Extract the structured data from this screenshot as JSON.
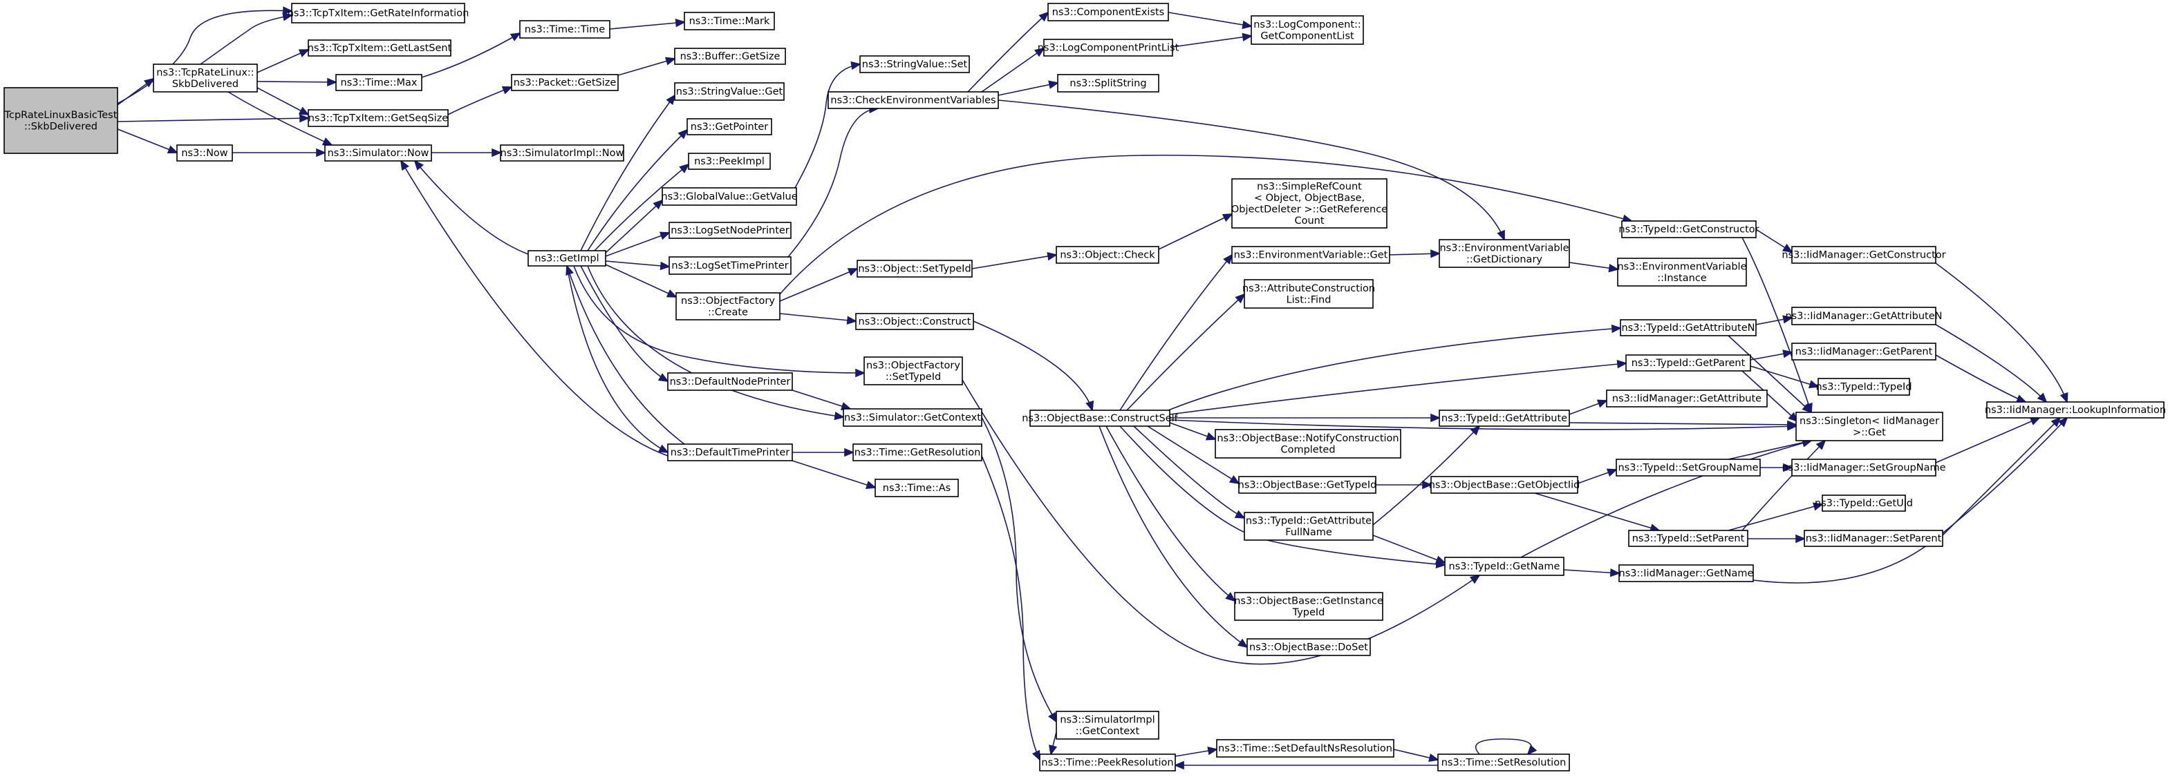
{
  "colors": {
    "edge": "#191970",
    "node_border": "#000000",
    "root_fill": "#bfbfbf",
    "node_fill": "#ffffff"
  },
  "nodes": [
    {
      "id": "root",
      "lines": [
        "TcpRateLinuxBasicTest",
        "::SkbDelivered"
      ],
      "root": true
    },
    {
      "id": "getrateinfo",
      "lines": [
        "ns3::TcpTxItem::GetRateInformation"
      ]
    },
    {
      "id": "tcpratelinux",
      "lines": [
        "ns3::TcpRateLinux::",
        "SkbDelivered"
      ]
    },
    {
      "id": "getlastsent",
      "lines": [
        "ns3::TcpTxItem::GetLastSent"
      ]
    },
    {
      "id": "getseqsize",
      "lines": [
        "ns3::TcpTxItem::GetSeqSize"
      ]
    },
    {
      "id": "now",
      "lines": [
        "ns3::Now"
      ]
    },
    {
      "id": "simnow",
      "lines": [
        "ns3::Simulator::Now"
      ]
    },
    {
      "id": "timetime",
      "lines": [
        "ns3::Time::Time"
      ]
    },
    {
      "id": "timemax",
      "lines": [
        "ns3::Time::Max"
      ]
    },
    {
      "id": "packetgetsize",
      "lines": [
        "ns3::Packet::GetSize"
      ]
    },
    {
      "id": "timemark",
      "lines": [
        "ns3::Time::Mark"
      ]
    },
    {
      "id": "buffergetsize",
      "lines": [
        "ns3::Buffer::GetSize"
      ]
    },
    {
      "id": "simimplnow",
      "lines": [
        "ns3::SimulatorImpl::Now"
      ]
    },
    {
      "id": "stringvalueget",
      "lines": [
        "ns3::StringValue::Get"
      ]
    },
    {
      "id": "getpointer",
      "lines": [
        "ns3::GetPointer"
      ]
    },
    {
      "id": "peekimpl",
      "lines": [
        "ns3::PeekImpl"
      ]
    },
    {
      "id": "globalvalue",
      "lines": [
        "ns3::GlobalValue::GetValue"
      ]
    },
    {
      "id": "logsetnode",
      "lines": [
        "ns3::LogSetNodePrinter"
      ]
    },
    {
      "id": "logsettime",
      "lines": [
        "ns3::LogSetTimePrinter"
      ]
    },
    {
      "id": "getimpl",
      "lines": [
        "ns3::GetImpl"
      ]
    },
    {
      "id": "objfactcreate",
      "lines": [
        "ns3::ObjectFactory",
        "::Create"
      ]
    },
    {
      "id": "stringvalueset",
      "lines": [
        "ns3::StringValue::Set"
      ]
    },
    {
      "id": "checkenv",
      "lines": [
        "ns3::CheckEnvironmentVariables"
      ]
    },
    {
      "id": "componentexists",
      "lines": [
        "ns3::ComponentExists"
      ]
    },
    {
      "id": "logcompprint",
      "lines": [
        "ns3::LogComponentPrintList"
      ]
    },
    {
      "id": "splitstring",
      "lines": [
        "ns3::SplitString"
      ]
    },
    {
      "id": "logcompget",
      "lines": [
        "ns3::LogComponent::",
        "GetComponentList"
      ]
    },
    {
      "id": "objsettypeid",
      "lines": [
        "ns3::Object::SetTypeId"
      ]
    },
    {
      "id": "objconstruct",
      "lines": [
        "ns3::Object::Construct"
      ]
    },
    {
      "id": "objcheck",
      "lines": [
        "ns3::Object::Check"
      ]
    },
    {
      "id": "simplerefcount",
      "lines": [
        "ns3::SimpleRefCount",
        "< Object, ObjectBase,",
        "ObjectDeleter >::GetReference",
        "Count"
      ]
    },
    {
      "id": "envvarget",
      "lines": [
        "ns3::EnvironmentVariable::Get"
      ]
    },
    {
      "id": "envvardict",
      "lines": [
        "ns3::EnvironmentVariable",
        "::GetDictionary"
      ]
    },
    {
      "id": "envvarinst",
      "lines": [
        "ns3::EnvironmentVariable",
        "::Instance"
      ]
    },
    {
      "id": "attrconstr",
      "lines": [
        "ns3::AttributeConstruction",
        "List::Find"
      ]
    },
    {
      "id": "typeidgetconstructor",
      "lines": [
        "ns3::TypeId::GetConstructor"
      ]
    },
    {
      "id": "iidgetconstructor",
      "lines": [
        "ns3::IidManager::GetConstructor"
      ]
    },
    {
      "id": "objfactsettypeid",
      "lines": [
        "ns3::ObjectFactory",
        "::SetTypeId"
      ]
    },
    {
      "id": "defaultnodeprinter",
      "lines": [
        "ns3::DefaultNodePrinter"
      ]
    },
    {
      "id": "simgetcontext",
      "lines": [
        "ns3::Simulator::GetContext"
      ]
    },
    {
      "id": "defaulttimeprinter",
      "lines": [
        "ns3::DefaultTimePrinter"
      ]
    },
    {
      "id": "timegetresolution",
      "lines": [
        "ns3::Time::GetResolution"
      ]
    },
    {
      "id": "timeas",
      "lines": [
        "ns3::Time::As"
      ]
    },
    {
      "id": "constructself",
      "lines": [
        "ns3::ObjectBase::ConstructSelf"
      ]
    },
    {
      "id": "typeidgetattrn",
      "lines": [
        "ns3::TypeId::GetAttributeN"
      ]
    },
    {
      "id": "iidgetattrn",
      "lines": [
        "ns3::IidManager::GetAttributeN"
      ]
    },
    {
      "id": "typeidgetparent",
      "lines": [
        "ns3::TypeId::GetParent"
      ]
    },
    {
      "id": "iidgetparent",
      "lines": [
        "ns3::IidManager::GetParent"
      ]
    },
    {
      "id": "typeidtypeid",
      "lines": [
        "ns3::TypeId::TypeId"
      ]
    },
    {
      "id": "typeidgetattr",
      "lines": [
        "ns3::TypeId::GetAttribute"
      ]
    },
    {
      "id": "iidgetattr",
      "lines": [
        "ns3::IidManager::GetAttribute"
      ]
    },
    {
      "id": "singleton",
      "lines": [
        "ns3::Singleton< IidManager",
        ">::Get"
      ]
    },
    {
      "id": "lookupinfo",
      "lines": [
        "ns3::IidManager::LookupInformation"
      ]
    },
    {
      "id": "notifyconstr",
      "lines": [
        "ns3::ObjectBase::NotifyConstruction",
        "Completed"
      ]
    },
    {
      "id": "objbasegettypeid",
      "lines": [
        "ns3::ObjectBase::GetTypeId"
      ]
    },
    {
      "id": "getobjectiid",
      "lines": [
        "ns3::ObjectBase::GetObjectIid"
      ]
    },
    {
      "id": "typeidsetgroupname",
      "lines": [
        "ns3::TypeId::SetGroupName"
      ]
    },
    {
      "id": "iidsetgroupname",
      "lines": [
        "ns3::IidManager::SetGroupName"
      ]
    },
    {
      "id": "typeidgetattrfull",
      "lines": [
        "ns3::TypeId::GetAttribute",
        "FullName"
      ]
    },
    {
      "id": "typeidgetuid",
      "lines": [
        "ns3::TypeId::GetUid"
      ]
    },
    {
      "id": "typeidsetparent",
      "lines": [
        "ns3::TypeId::SetParent"
      ]
    },
    {
      "id": "iidsetparent",
      "lines": [
        "ns3::IidManager::SetParent"
      ]
    },
    {
      "id": "typeidgetname",
      "lines": [
        "ns3::TypeId::GetName"
      ]
    },
    {
      "id": "iidgetname",
      "lines": [
        "ns3::IidManager::GetName"
      ]
    },
    {
      "id": "getinstancetypeid",
      "lines": [
        "ns3::ObjectBase::GetInstance",
        "TypeId"
      ]
    },
    {
      "id": "doset",
      "lines": [
        "ns3::ObjectBase::DoSet"
      ]
    },
    {
      "id": "simimplgetcontext",
      "lines": [
        "ns3::SimulatorImpl",
        "::GetContext"
      ]
    },
    {
      "id": "peekresolution",
      "lines": [
        "ns3::Time::PeekResolution"
      ]
    },
    {
      "id": "setdefaultns",
      "lines": [
        "ns3::Time::SetDefaultNsResolution"
      ]
    },
    {
      "id": "setresolution",
      "lines": [
        "ns3::Time::SetResolution"
      ]
    }
  ]
}
